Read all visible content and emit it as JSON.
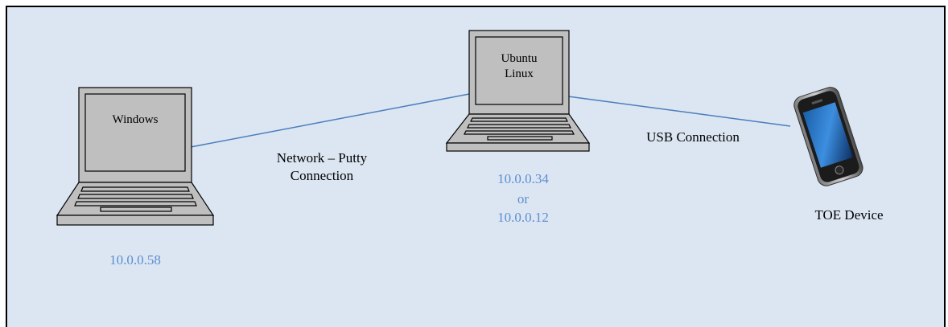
{
  "nodes": {
    "windows": {
      "screen_label": "Windows",
      "ip": "10.0.0.58"
    },
    "ubuntu": {
      "screen_label_line1": "Ubuntu",
      "screen_label_line2": "Linux",
      "ip_line1": "10.0.0.34",
      "ip_line2": "or",
      "ip_line3": "10.0.0.12"
    },
    "device": {
      "label": "TOE Device"
    }
  },
  "connections": {
    "network": {
      "line1": "Network – Putty",
      "line2": "Connection"
    },
    "usb": {
      "label": "USB Connection"
    }
  },
  "colors": {
    "background": "#dce6f2",
    "line": "#4a7ebb",
    "ip_text": "#5b8ed2",
    "laptop_fill": "#bfbfbf"
  }
}
